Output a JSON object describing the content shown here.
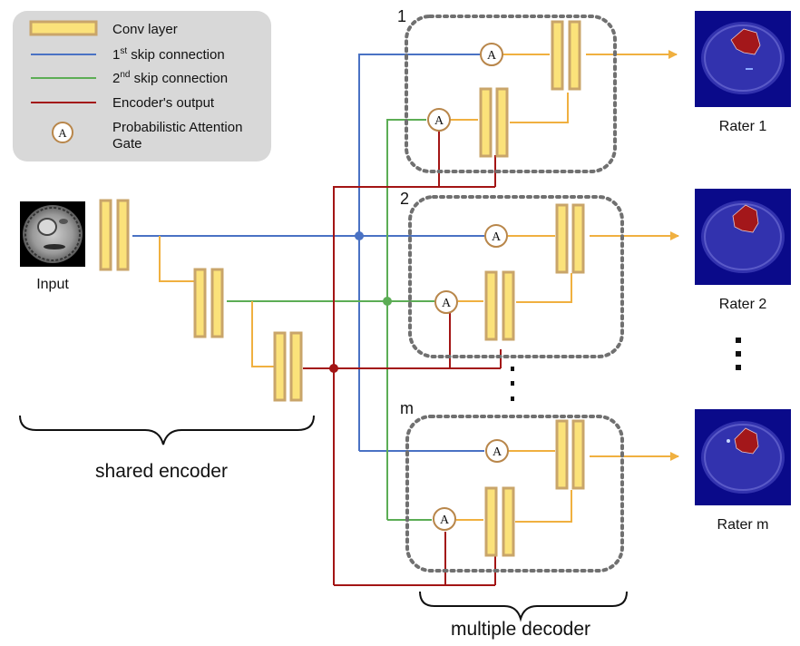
{
  "legend": {
    "conv_layer": "Conv layer",
    "skip1_prefix": "1",
    "skip1_sup": "st",
    "skip1_suffix": " skip connection",
    "skip2_prefix": "2",
    "skip2_sup": "nd",
    "skip2_suffix": " skip connection",
    "encoder_output": "Encoder's output",
    "attention_symbol": "A",
    "attention_line1": "Probabilistic Attention",
    "attention_line2": "Gate"
  },
  "input_label": "Input",
  "encoder_label": "shared encoder",
  "decoder_label": "multiple decoder",
  "decoders": [
    {
      "index": "1",
      "rater": "Rater 1"
    },
    {
      "index": "2",
      "rater": "Rater 2"
    },
    {
      "index": "m",
      "rater": "Rater m"
    }
  ],
  "gate_symbol": "A",
  "colors": {
    "conv_fill": "#fbe27a",
    "conv_border": "#c9a56a",
    "skip1": "#4a72c4",
    "skip2": "#5cad55",
    "encoder_output": "#a31515",
    "upsample": "#f0b040",
    "mri_background": "#0a0a8a",
    "mri_lesion": "#a3171a"
  }
}
